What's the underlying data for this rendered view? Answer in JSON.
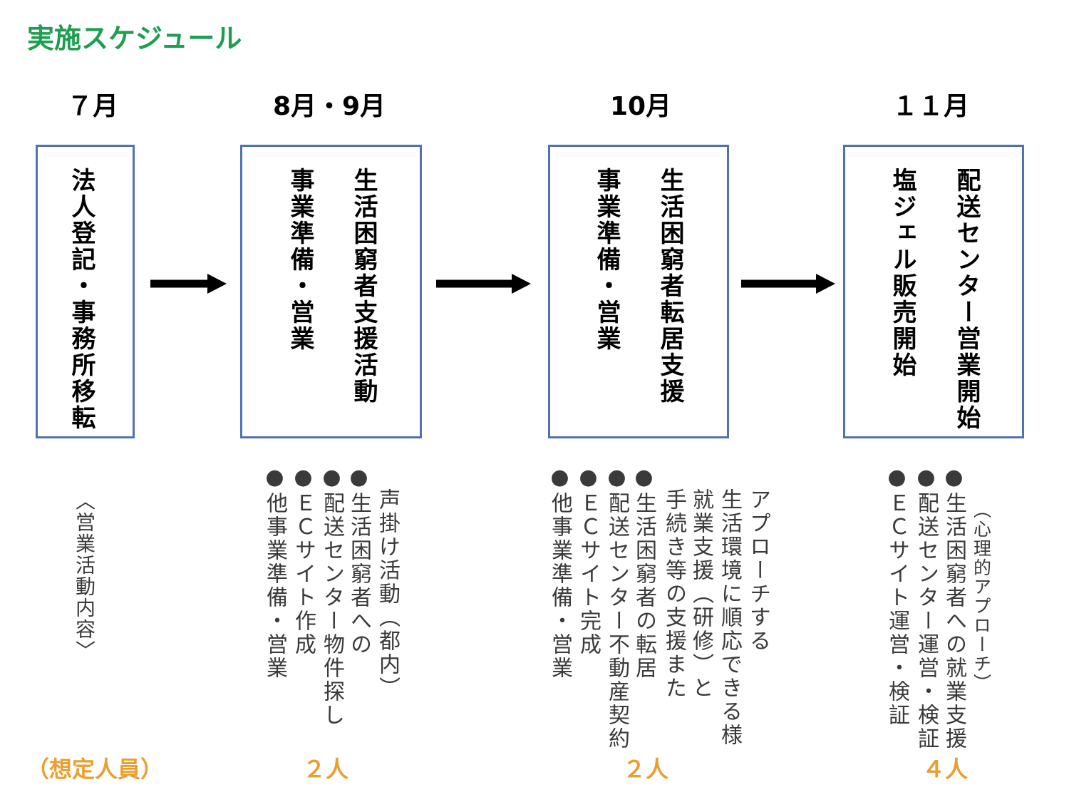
{
  "title": "実施スケジュール",
  "colors": {
    "title": "#1e9e50",
    "box_border": "#4f72b0",
    "staffing": "#e8a030",
    "body_text": "#3a3a3a",
    "arrow": "#000000"
  },
  "side_labels": {
    "activities": "〈営業活動内容〉",
    "staffing": "（想定人員）"
  },
  "phases": [
    {
      "month": "７月",
      "box_lines": [
        "法人登記・事務所移転"
      ],
      "activities": [],
      "staffing": ""
    },
    {
      "month": "8月・9月",
      "box_lines": [
        "生活困窮者支援活動",
        "事業準備・営業"
      ],
      "activities": [
        "声掛け活動（都内）",
        "●生活困窮者への",
        "●配送センター物件探し",
        "●ＥＣサイト作成",
        "●他事業準備・営業"
      ],
      "staffing": "２人"
    },
    {
      "month": "10月",
      "box_lines": [
        "生活困窮者転居支援",
        "事業準備・営業"
      ],
      "activities": [
        "アプローチする",
        "生活環境に順応できる様",
        "就業支援（研修）と",
        "手続き等の支援また",
        "●生活困窮者の転居",
        "●配送センター不動産契約",
        "●ＥＣサイト完成",
        "●他事業準備・営業"
      ],
      "staffing": "２人"
    },
    {
      "month": "１１月",
      "box_lines": [
        "配送センター営業開始",
        "塩ジェル販売開始"
      ],
      "activities": [
        "（心理的アプローチ）",
        "●生活困窮者への就業支援",
        "●配送センター運営・検証",
        "●ＥＣサイト運営・検証"
      ],
      "staffing": "４人"
    }
  ]
}
